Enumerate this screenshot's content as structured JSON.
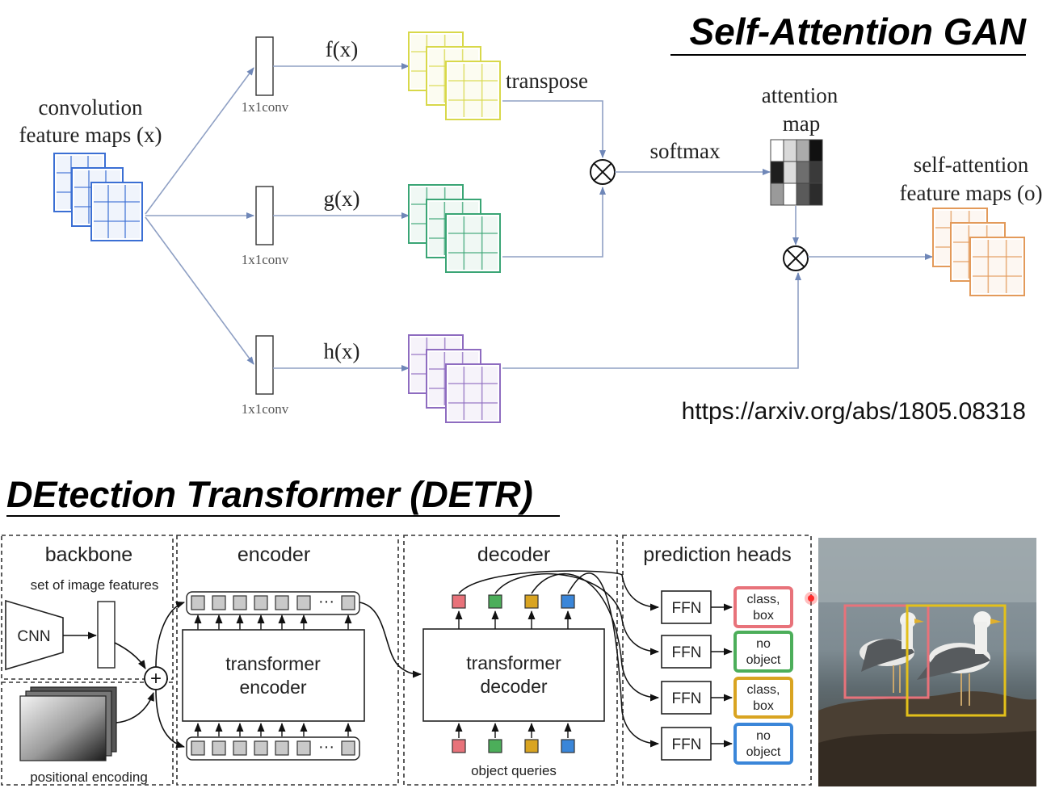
{
  "sagan": {
    "title": "Self-Attention GAN",
    "input_label_line1": "convolution",
    "input_label_line2": "feature maps (x)",
    "conv_label": "1x1conv",
    "f_label": "f(x)",
    "g_label": "g(x)",
    "h_label": "h(x)",
    "transpose_label": "transpose",
    "softmax_label": "softmax",
    "attention_line1": "attention",
    "attention_line2": "map",
    "output_line1": "self-attention",
    "output_line2": "feature maps (o)",
    "url": "https://arxiv.org/abs/1805.08318",
    "colors": {
      "input": "#3b6fd4",
      "f": "#d8d84a",
      "g": "#3aa575",
      "h": "#8e6cc0",
      "output": "#e39a5a",
      "arrow": "#6f87b8"
    },
    "attention_cells": [
      "#ffffff",
      "#d9d9d9",
      "#ababab",
      "#111111",
      "#1e1e1e",
      "#dcdcdc",
      "#6e6e6e",
      "#3a3a3a",
      "#9a9a9a",
      "#ffffff",
      "#5a5a5a",
      "#2c2c2c"
    ]
  },
  "detr": {
    "title": "DEtection Transformer (DETR)",
    "backbone_label": "backbone",
    "image_features_label": "set of image features",
    "cnn_label": "CNN",
    "positional_label": "positional encoding",
    "encoder_label": "encoder",
    "encoder_box_line1": "transformer",
    "encoder_box_line2": "encoder",
    "decoder_label": "decoder",
    "decoder_box_line1": "transformer",
    "decoder_box_line2": "decoder",
    "object_queries_label": "object queries",
    "heads_label": "prediction heads",
    "ellipsis": "···",
    "plus": "+",
    "ffn_label": "FFN",
    "outputs": [
      {
        "line1": "class,",
        "line2": "box",
        "color": "#e8727a"
      },
      {
        "line1": "no",
        "line2": "object",
        "color": "#4cae5a"
      },
      {
        "line1": "class,",
        "line2": "box",
        "color": "#d9a421"
      },
      {
        "line1": "no",
        "line2": "object",
        "color": "#3a86d9"
      }
    ],
    "query_colors": [
      "#e8727a",
      "#4cae5a",
      "#d9a421",
      "#3a86d9"
    ]
  }
}
